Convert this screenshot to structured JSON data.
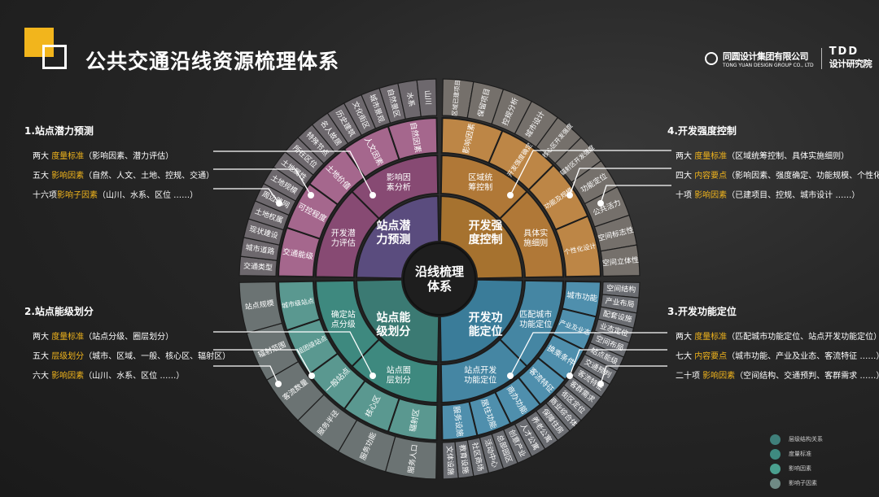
{
  "title": "公共交通沿线资源梳理体系",
  "logo": {
    "company_cn": "同圆设计集团有限公司",
    "company_en": "TONG YUAN DESIGN GROUP CO., LTD",
    "sub_mark": "TDD",
    "sub_cn": "设计研究院"
  },
  "center": [
    "沿线梳理",
    "体系"
  ],
  "blocks": [
    {
      "heading": "1.站点潜力预测",
      "lines": [
        {
          "pre": "两大 ",
          "hl": "度量标准",
          "post": "（影响因素、潜力评估）"
        },
        {
          "pre": "五大 ",
          "hl": "影响因素",
          "post": "（自然、人文、土地、控规、交通）"
        },
        {
          "pre": "十六项",
          "hl": "影响子因素",
          "post": "（山川、水系、区位 ……）"
        }
      ]
    },
    {
      "heading": "4.开发强度控制",
      "lines": [
        {
          "pre": "两大 ",
          "hl": "度量标准",
          "post": "（区域统筹控制、具体实施细则）"
        },
        {
          "pre": "四大 ",
          "hl": "内容要点",
          "post": "（影响因素、强度确定、功能规模、个性化设计）"
        },
        {
          "pre": "十项 ",
          "hl": "影响因素",
          "post": "（已建项目、控规、城市设计 ……）"
        }
      ]
    },
    {
      "heading": "2.站点能级划分",
      "lines": [
        {
          "pre": "两大 ",
          "hl": "度量标准",
          "post": "（站点分级、圈层划分）"
        },
        {
          "pre": "五大 ",
          "hl": "层级划分",
          "post": "（城市、区域、一般、核心区、辐射区）"
        },
        {
          "pre": "六大 ",
          "hl": "影响因素",
          "post": "（山川、水系、区位 ……）"
        }
      ]
    },
    {
      "heading": "3.开发功能定位",
      "lines": [
        {
          "pre": "两大 ",
          "hl": "度量标准",
          "post": "（匹配城市功能定位、站点开发功能定位）"
        },
        {
          "pre": "七大 ",
          "hl": "内容要点",
          "post": "（城市功能、产业及业态、客流特征 ……）"
        },
        {
          "pre": "二十项 ",
          "hl": "影响因素",
          "post": "（空间结构、交通预判、客群需求 ……）"
        }
      ]
    }
  ],
  "quadrants": [
    {
      "id": "potential",
      "start": 270,
      "colors": [
        "#5a4c7e",
        "#874a73",
        "#a5678d",
        "#6d686d"
      ],
      "ring1": "站点潜力预测",
      "ring2": [
        "开发潜力评估",
        "影响因素分析"
      ],
      "ring3": [
        "交通能级",
        "可控程度",
        "土地价值",
        "人文因素",
        "自然因素"
      ],
      "outer": [
        "交通类型",
        "城市道路",
        "现状建设",
        "土地权属",
        "周边路网",
        "土地规模",
        "土地属性",
        "所在区位",
        "特殊节点",
        "名人故居",
        "历史建筑",
        "文化街区",
        "城市景观",
        "自然景区",
        "水系",
        "山川"
      ]
    },
    {
      "id": "intensity",
      "start": 0,
      "colors": [
        "#a6722f",
        "#b07837",
        "#bd8646",
        "#75706b"
      ],
      "ring1": "开发强度控制",
      "ring2": [
        "区域统筹控制",
        "具体实施细则"
      ],
      "ring3": [
        "影响因素",
        "开发强度确定",
        "功能及规模",
        "个性化设计"
      ],
      "outer": [
        "区域已建项目",
        "保留项目",
        "控规分析",
        "城市设计",
        "核心区开发强度",
        "辐射区开发强度",
        "功能定位",
        "公共活力",
        "空间标志性",
        "空间立体性"
      ]
    },
    {
      "id": "function",
      "start": 90,
      "colors": [
        "#3a7c99",
        "#4586a3",
        "#4f8fad",
        "#6a6c71"
      ],
      "ring1": "开发功能定位",
      "ring2": [
        "匹配城市功能定位",
        "站点开发功能定位"
      ],
      "ring3": [
        "城市功能",
        "产业及业态",
        "换乘条件",
        "客流特征",
        "商办功能",
        "居住功能",
        "服务设施"
      ],
      "outer": [
        "空间结构",
        "产业布局",
        "配套设施",
        "业态定位",
        "空间布局",
        "站点能级",
        "交通预判",
        "客流特征",
        "客群需求",
        "街区定位",
        "商业综合体",
        "保障住房",
        "养老公寓",
        "人才公寓",
        "创意产业",
        "总部园区",
        "活动中心",
        "社区商场",
        "教育设施",
        "文体设施"
      ]
    },
    {
      "id": "level",
      "start": 180,
      "colors": [
        "#3b7a73",
        "#3e897f",
        "#5a9890",
        "#6b7373"
      ],
      "ring1": "站点能级划分",
      "ring2": [
        "站点圈层划分",
        "确定站点分级"
      ],
      "ring3": [
        "辐射区",
        "核心区",
        "一般站点",
        "组团级站点",
        "城市级站点"
      ],
      "outer": [
        "服务人口",
        "服务功能",
        "服务半径",
        "客流数量",
        "辐射范围",
        "站点规模"
      ]
    }
  ],
  "legend": [
    {
      "label": "层级结构关系",
      "color": "#3f7f7a"
    },
    {
      "label": "度量标准",
      "color": "#3e8a80"
    },
    {
      "label": "影响因素",
      "color": "#4aa08f"
    },
    {
      "label": "影响子因素",
      "color": "#6f8a85"
    }
  ]
}
